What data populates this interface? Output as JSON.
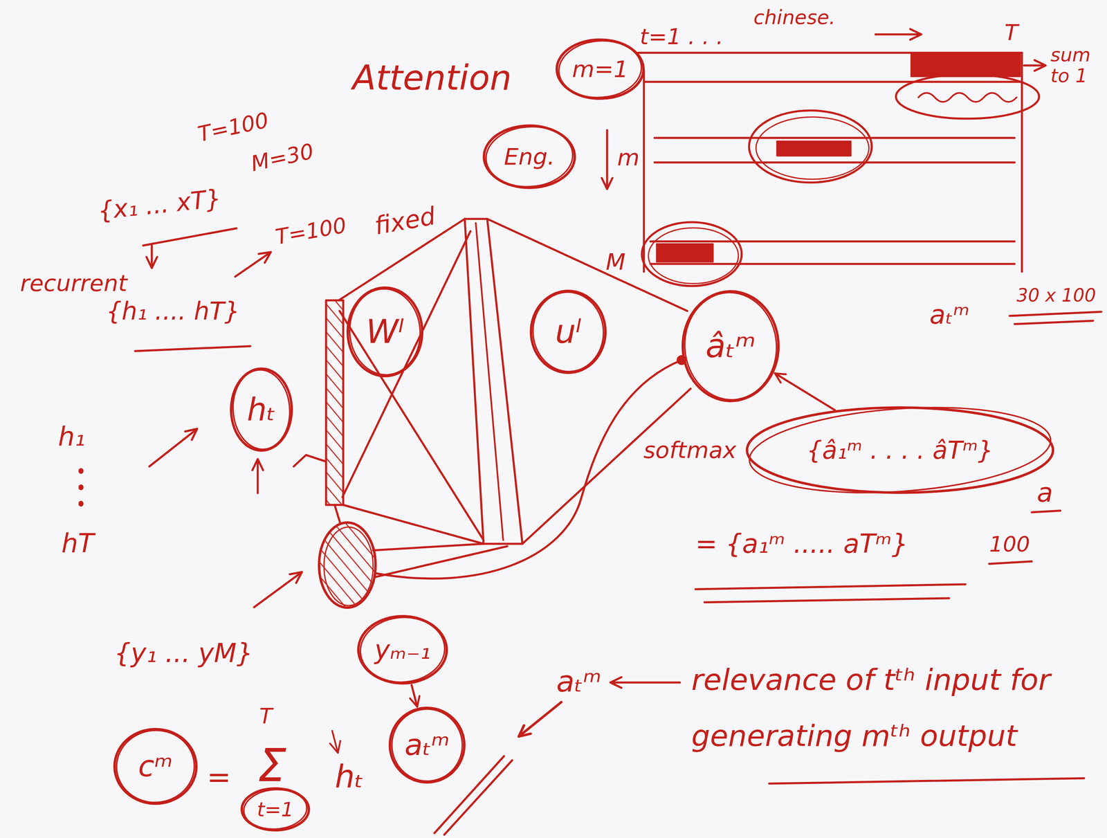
{
  "diagram": {
    "title": "Attention",
    "nodes": [
      {
        "text": [
          "m=1"
        ]
      },
      {
        "text": [
          "Eng."
        ]
      },
      {
        "text": [
          "Wˡ"
        ]
      },
      {
        "text": [
          "uˡ"
        ]
      },
      {
        "text": [
          "âₜᵐ"
        ]
      },
      {
        "text": [
          "hₜ"
        ]
      },
      {
        "text": [
          "softmax",
          "{â₁ᵐ . . . . âTᵐ}"
        ]
      },
      {
        "text": [
          "yₘ₋₁"
        ]
      },
      {
        "text": [
          "cᵐ"
        ]
      },
      {
        "text": [
          "aₜᵐ"
        ]
      },
      {
        "text": [
          "t=1"
        ]
      }
    ],
    "edges": [
      {
        "from": 6,
        "to": 4,
        "arrow": "to"
      },
      {
        "from": 7,
        "to": 9,
        "arrow": "to"
      }
    ],
    "labels": [
      "chinese.",
      "t=1 . . .",
      "T",
      "sum to 1",
      "m",
      "M",
      "aₜᵐ",
      "30 x 100",
      "T=100",
      "M=30",
      "{x₁ ... xT}",
      "recurrent",
      "T=100",
      "{h₁ .... hT}",
      "fixed",
      "h₁",
      "hT",
      "= {a₁ᵐ ..... aTᵐ}",
      "a",
      "100",
      "{y₁ ... yM}",
      "=",
      "T",
      "Σ",
      "hₜ",
      "aₜᵐ",
      "relevance of tᵗʰ input for generating mᵗʰ output"
    ]
  }
}
